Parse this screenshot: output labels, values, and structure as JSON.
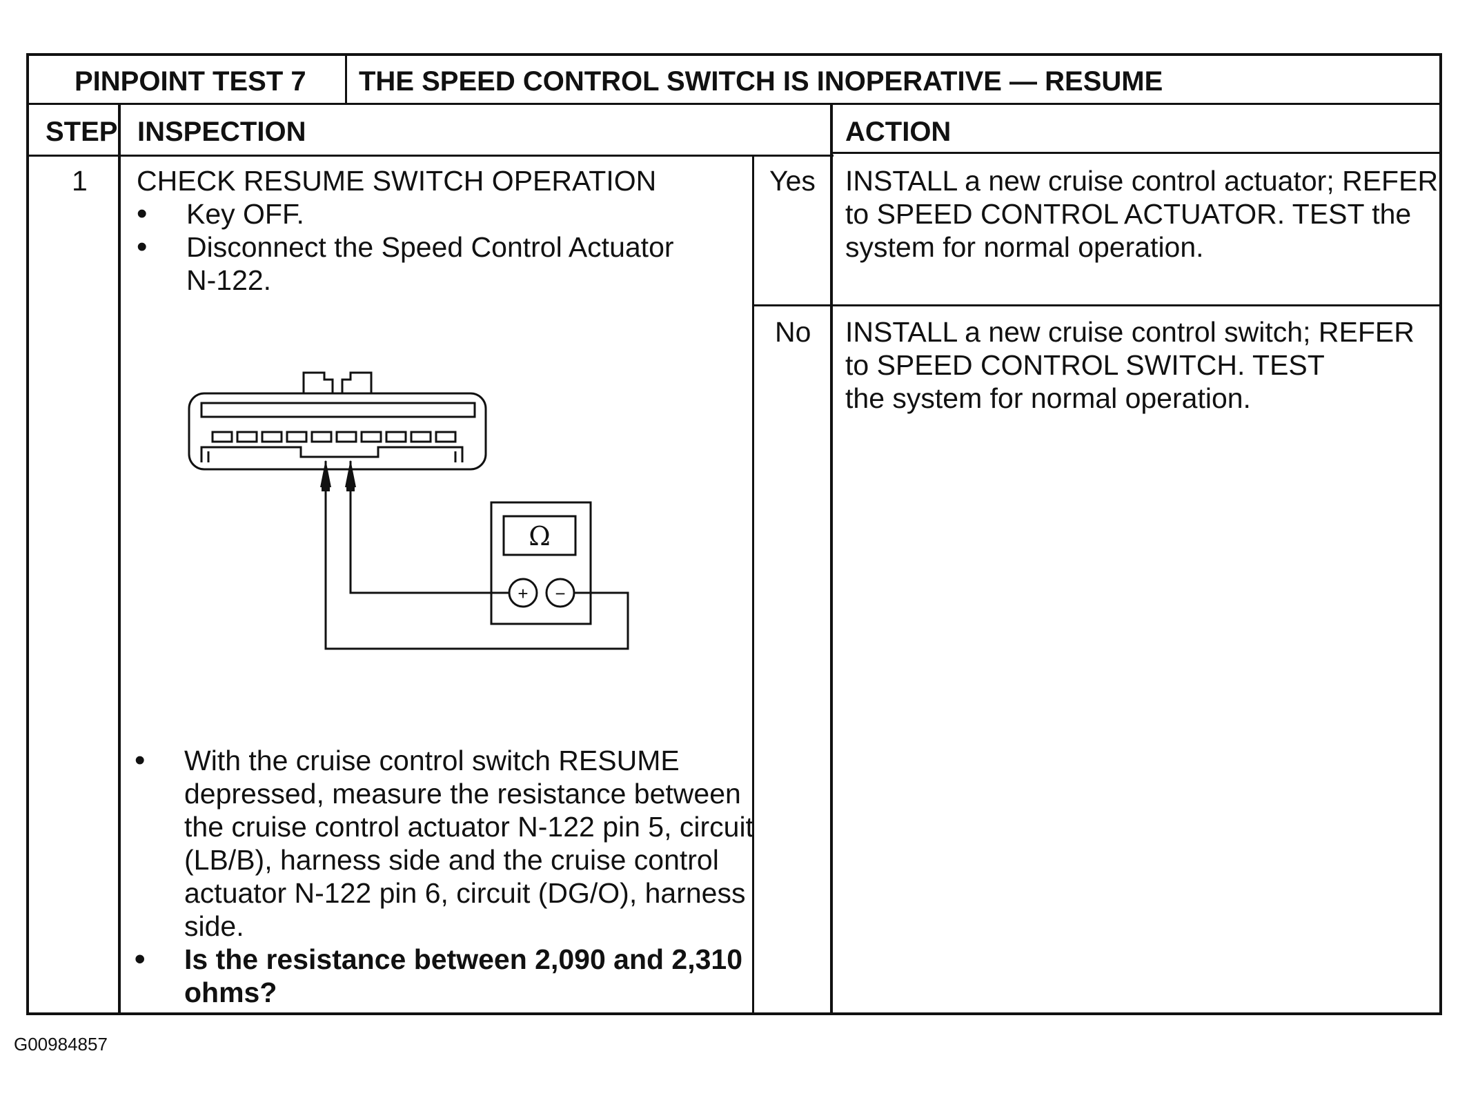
{
  "header": {
    "test_number": "PINPOINT TEST 7",
    "test_title": "THE SPEED CONTROL SWITCH IS INOPERATIVE — RESUME"
  },
  "columns": {
    "step": "STEP",
    "inspection": "INSPECTION",
    "action": "ACTION"
  },
  "step": {
    "number": "1",
    "title": "CHECK RESUME SWITCH OPERATION",
    "pre_bullets": [
      "Key OFF.",
      "Disconnect the Speed Control Actuator\nN-122."
    ],
    "post_bullets": [
      "With the cruise control switch RESUME\ndepressed, measure the resistance between\nthe cruise control actuator N-122 pin 5, circuit\n(LB/B), harness side and the cruise control\nactuator N-122 pin 6, circuit (DG/O), harness\nside."
    ],
    "question": "Is the resistance between 2,090 and 2,310\nohms?"
  },
  "results": [
    {
      "answer": "Yes",
      "action": "INSTALL a new cruise control actuator; REFER\nto SPEED CONTROL ACTUATOR. TEST the\nsystem for normal operation."
    },
    {
      "answer": "No",
      "action": "INSTALL a new cruise control switch; REFER\nto SPEED CONTROL SWITCH. TEST\nthe system for normal operation."
    }
  ],
  "meter": {
    "symbol": "Ω",
    "plus": "+",
    "minus": "−"
  },
  "figure_id": "G00984857"
}
